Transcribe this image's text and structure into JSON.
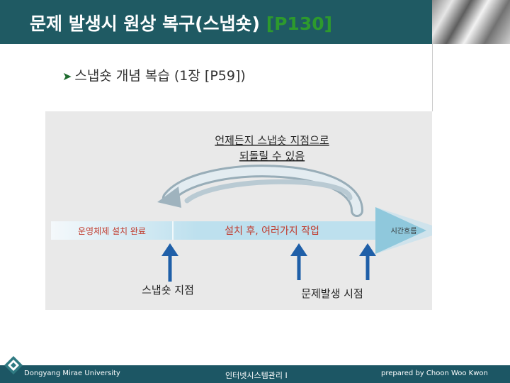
{
  "header": {
    "title": "문제 발생시 원상 복구(스냅숏)",
    "ref": "[P130]"
  },
  "bullet": {
    "text": "스냅숏 개념 복습 (1장 [P59])"
  },
  "diagram": {
    "top_label_line1": "언제든지 스냅숏 지점으로",
    "top_label_line2": "되돌릴 수 있음",
    "bar_left": "운영체제 설치 완료",
    "bar_middle": "설치 후, 여러가지 작업",
    "bar_right": "시간흐름",
    "snapshot_point": "스냅숏 지점",
    "problem_point": "문제발생 시점"
  },
  "footer": {
    "left": "Dongyang Mirae University",
    "center": "인터넷시스템관리 I",
    "right": "prepared by Choon Woo Kwon"
  },
  "colors": {
    "header_bg": "#1f5a63",
    "ref_green": "#2d9a2d",
    "bar_label_red": "#c0392b",
    "arrow_blue": "#1f5fa8",
    "footer_bg": "#1c5664"
  }
}
